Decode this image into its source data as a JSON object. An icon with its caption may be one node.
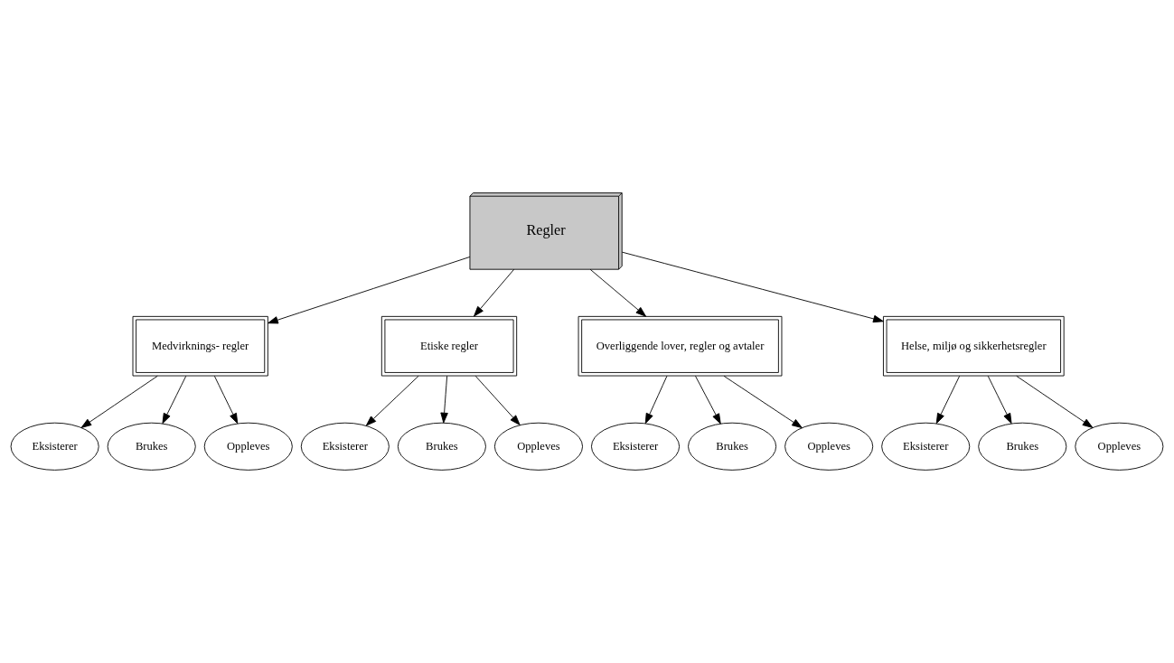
{
  "diagram": {
    "nodes": [
      {
        "text": [
          "Regler"
        ]
      },
      {
        "text": [
          "Medvirknings- regler"
        ]
      },
      {
        "text": [
          "Etiske regler"
        ]
      },
      {
        "text": [
          "Overliggende lover, regler og avtaler"
        ]
      },
      {
        "text": [
          "Helse, miljø og sikkerhetsregler"
        ]
      },
      {
        "text": [
          "Eksisterer"
        ]
      },
      {
        "text": [
          "Brukes"
        ]
      },
      {
        "text": [
          "Oppleves"
        ]
      },
      {
        "text": [
          "Eksisterer"
        ]
      },
      {
        "text": [
          "Brukes"
        ]
      },
      {
        "text": [
          "Oppleves"
        ]
      },
      {
        "text": [
          "Eksisterer"
        ]
      },
      {
        "text": [
          "Brukes"
        ]
      },
      {
        "text": [
          "Oppleves"
        ]
      },
      {
        "text": [
          "Eksisterer"
        ]
      },
      {
        "text": [
          "Brukes"
        ]
      },
      {
        "text": [
          "Oppleves"
        ]
      }
    ],
    "edges": [
      {
        "from": 0,
        "to": 1,
        "arrow": "to"
      },
      {
        "from": 0,
        "to": 2,
        "arrow": "to"
      },
      {
        "from": 0,
        "to": 3,
        "arrow": "to"
      },
      {
        "from": 0,
        "to": 4,
        "arrow": "to"
      },
      {
        "from": 1,
        "to": 5,
        "arrow": "to"
      },
      {
        "from": 1,
        "to": 6,
        "arrow": "to"
      },
      {
        "from": 1,
        "to": 7,
        "arrow": "to"
      },
      {
        "from": 2,
        "to": 8,
        "arrow": "to"
      },
      {
        "from": 2,
        "to": 9,
        "arrow": "to"
      },
      {
        "from": 2,
        "to": 10,
        "arrow": "to"
      },
      {
        "from": 3,
        "to": 11,
        "arrow": "to"
      },
      {
        "from": 3,
        "to": 12,
        "arrow": "to"
      },
      {
        "from": 3,
        "to": 13,
        "arrow": "to"
      },
      {
        "from": 4,
        "to": 14,
        "arrow": "to"
      },
      {
        "from": 4,
        "to": 15,
        "arrow": "to"
      },
      {
        "from": 4,
        "to": 16,
        "arrow": "to"
      }
    ]
  }
}
